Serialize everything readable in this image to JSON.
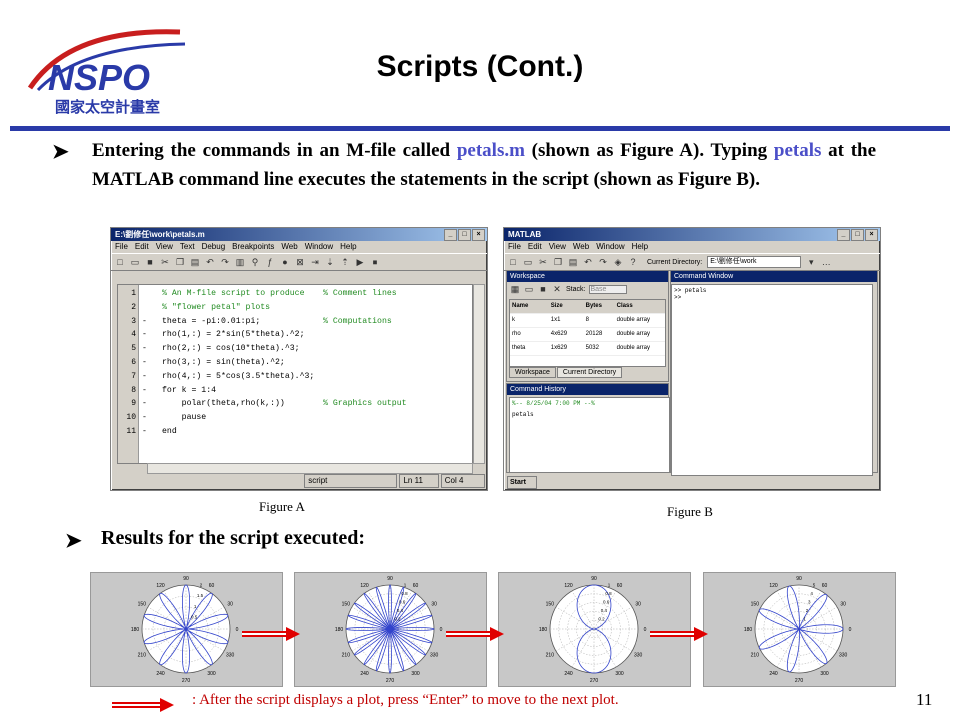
{
  "logo": {
    "name": "NSPO",
    "subtitle": "國家太空計畫室"
  },
  "title": "Scripts (Cont.)",
  "bullet1": {
    "part1": "Entering the commands in an M-file called ",
    "hl1": "petals.m",
    "part2": " (shown as Figure A). Typing ",
    "hl2": "petals",
    "part3": " at the MATLAB command line executes the statements in the script (shown as Figure B)."
  },
  "figure_a": {
    "window_title": "E:\\劉修任\\work\\petals.m",
    "menu": [
      "File",
      "Edit",
      "View",
      "Text",
      "Debug",
      "Breakpoints",
      "Web",
      "Window",
      "Help"
    ],
    "lines": [
      {
        "n": "1",
        "code": "% An M-file script to produce",
        "comment": "% Comment lines",
        "dash": ""
      },
      {
        "n": "2",
        "code": "% \"flower petal\" plots",
        "comment": "",
        "dash": ""
      },
      {
        "n": "3",
        "code": "theta = -pi:0.01:pi;",
        "comment": "% Computations",
        "dash": "-"
      },
      {
        "n": "4",
        "code": "rho(1,:) = 2*sin(5*theta).^2;",
        "comment": "",
        "dash": "-"
      },
      {
        "n": "5",
        "code": "rho(2,:) = cos(10*theta).^3;",
        "comment": "",
        "dash": "-"
      },
      {
        "n": "6",
        "code": "rho(3,:) = sin(theta).^2;",
        "comment": "",
        "dash": "-"
      },
      {
        "n": "7",
        "code": "rho(4,:) = 5*cos(3.5*theta).^3;",
        "comment": "",
        "dash": "-"
      },
      {
        "n": "8",
        "code": "for k = 1:4",
        "comment": "",
        "dash": "-"
      },
      {
        "n": "9",
        "code": "    polar(theta,rho(k,:))",
        "comment": "% Graphics output",
        "dash": "-"
      },
      {
        "n": "10",
        "code": "    pause",
        "comment": "",
        "dash": "-"
      },
      {
        "n": "11",
        "code": "end",
        "comment": "",
        "dash": "-"
      }
    ],
    "status": {
      "mode": "script",
      "line": "Ln 11",
      "col": "Col 4"
    },
    "caption": "Figure A"
  },
  "figure_b": {
    "window_title": "MATLAB",
    "menu": [
      "File",
      "Edit",
      "View",
      "Web",
      "Window",
      "Help"
    ],
    "current_dir_label": "Current Directory:",
    "current_dir_value": "E:\\劉修任\\work",
    "workspace": {
      "title": "Workspace",
      "stack_label": "Stack:",
      "stack_value": "Base",
      "headers": [
        "Name",
        "Size",
        "Bytes",
        "Class"
      ],
      "rows": [
        {
          "name": "k",
          "size": "1x1",
          "bytes": "8",
          "class": "double array"
        },
        {
          "name": "rho",
          "size": "4x629",
          "bytes": "20128",
          "class": "double array"
        },
        {
          "name": "theta",
          "size": "1x629",
          "bytes": "5032",
          "class": "double array"
        }
      ],
      "tabs": [
        "Workspace",
        "Current Directory"
      ]
    },
    "history": {
      "title": "Command History",
      "lines": [
        "%-- 8/25/04  7:00 PM --%",
        "petals"
      ]
    },
    "command_window": {
      "title": "Command Window",
      "lines": [
        ">> petals",
        ">>"
      ]
    },
    "start_label": "Start",
    "caption": "Figure B"
  },
  "bullet2": "Results for the script executed:",
  "plots": [
    {
      "id": "plot1",
      "angles": [
        "90",
        "60",
        "30",
        "0",
        "330",
        "300",
        "270",
        "240",
        "210",
        "180",
        "150",
        "120"
      ],
      "radii": [
        "0.5",
        "1",
        "1.5",
        "2"
      ]
    },
    {
      "id": "plot2",
      "angles": [
        "90",
        "60",
        "30",
        "0",
        "330",
        "300",
        "270",
        "240",
        "210",
        "180",
        "150",
        "120"
      ],
      "radii": [
        "0.2",
        "0.4",
        "0.6",
        "0.8",
        "1"
      ]
    },
    {
      "id": "plot3",
      "angles": [
        "90",
        "60",
        "30",
        "0",
        "330",
        "300",
        "270",
        "240",
        "210",
        "180",
        "150",
        "120"
      ],
      "radii": [
        "0.2",
        "0.4",
        "0.6",
        "0.8",
        "1"
      ]
    },
    {
      "id": "plot4",
      "angles": [
        "90",
        "60",
        "30",
        "0",
        "330",
        "300",
        "270",
        "240",
        "210",
        "180",
        "150",
        "120"
      ],
      "radii": [
        "1",
        "2",
        "3",
        "4",
        "5"
      ]
    }
  ],
  "footnote": ": After the script displays a plot, press “Enter” to move to the next plot.",
  "page_number": "11",
  "colors": {
    "rule": "#2a3aa8",
    "highlight": "#4b4fc8",
    "arrow": "#e00000",
    "plot_line": "#3344cc"
  }
}
